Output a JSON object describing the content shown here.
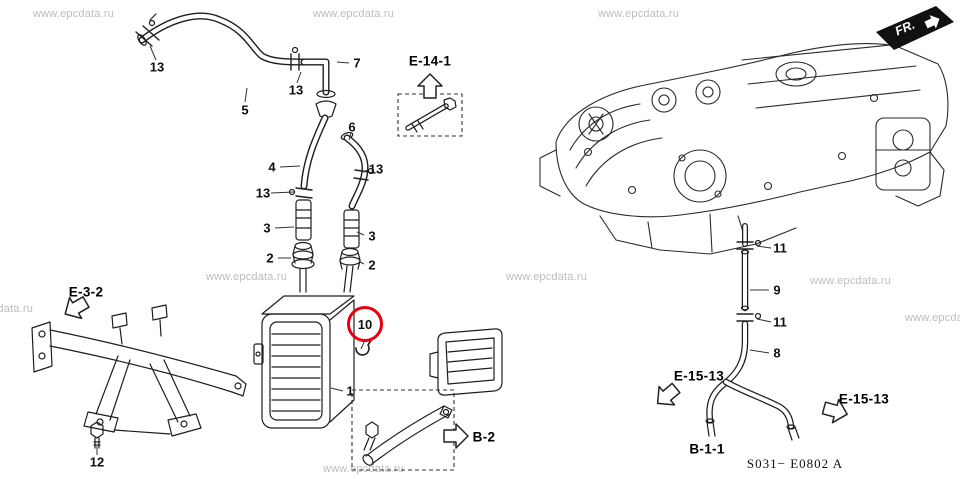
{
  "watermark": "www.epcdata.ru",
  "fr_marker": "FR.",
  "diagram_code": "S031− E0802 A",
  "highlighted_callout": "10",
  "callouts": [
    "13",
    "5",
    "13",
    "7",
    "6",
    "4",
    "13",
    "13",
    "3",
    "3",
    "2",
    "2",
    "1",
    "12",
    "11",
    "9",
    "11",
    "8"
  ],
  "references": [
    "E-14-1",
    "E-3-2",
    "B-2",
    "E-15-13",
    "E-15-13",
    "B-1-1"
  ]
}
